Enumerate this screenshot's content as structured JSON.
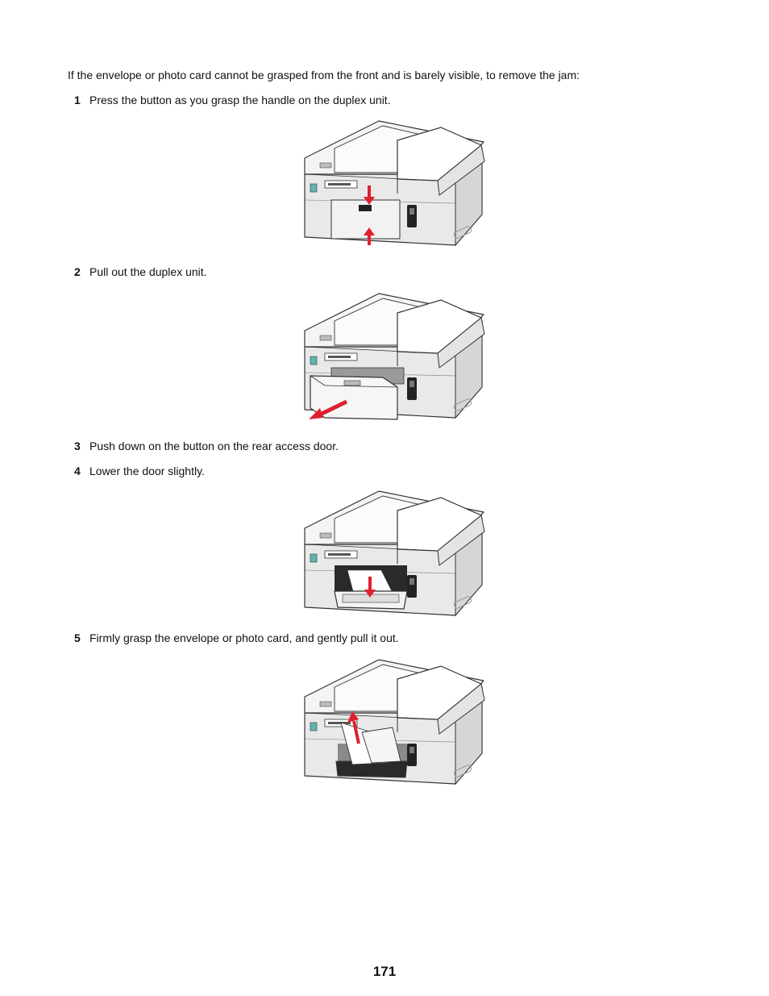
{
  "intro": "If the envelope or photo card cannot be grasped from the front and is barely visible, to remove the jam:",
  "steps": [
    {
      "num": "1",
      "text": "Press the button as you grasp the handle on the duplex unit."
    },
    {
      "num": "2",
      "text": "Pull out the duplex unit."
    },
    {
      "num": "3",
      "text": "Push down on the button on the rear access door."
    },
    {
      "num": "4",
      "text": "Lower the door slightly."
    },
    {
      "num": "5",
      "text": "Firmly grasp the envelope or photo card, and gently pull it out."
    }
  ],
  "figures": [
    {
      "name": "printer-rear-press-button-illustration",
      "action": "press-button-grasp-handle"
    },
    {
      "name": "printer-pull-out-duplex-illustration",
      "action": "pull-out-duplex"
    },
    {
      "name": "printer-lower-door-illustration",
      "action": "lower-door"
    },
    {
      "name": "printer-pull-out-envelope-illustration",
      "action": "pull-out-paper"
    }
  ],
  "colors": {
    "arrow": "#e0202e",
    "body": "#e9e9e9",
    "outline": "#333333"
  },
  "page_number": "171"
}
